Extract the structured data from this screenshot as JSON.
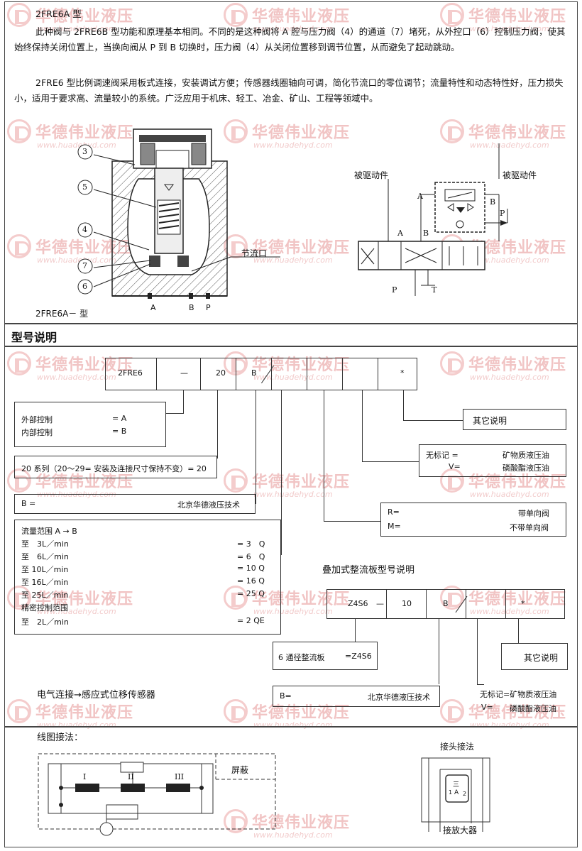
{
  "watermark": {
    "name": "华德伟业液压",
    "url": "www.huadehyd.com"
  },
  "intro": {
    "title": "2FRE6A 型",
    "para1": "此种阀与 2FRE6B 型功能和原理基本相同。不同的是这种阀将 A 腔与压力阀（4）的通道（7）堵死，从外控口（6）控制压力阀，使其始终保持关闭位置上，当换向阀从 P 到 B 切换时，压力阀（4）从关闭位置移到调节位置，从而避免了起动跳动。",
    "para2": "2FRE6 型比例调速阀采用板式连接，安装调试方便；传感器线圈轴向可调，简化节流口的零位调节；流量特性和动态特性好，压力损失小，适用于要求高、流量较小的系统。广泛应用于机床、轻工、冶金、矿山、工程等领域中。"
  },
  "drawing": {
    "callouts": [
      "3",
      "5",
      "4",
      "7",
      "6"
    ],
    "port_labels": [
      "A",
      "B",
      "P"
    ],
    "throttle_label": "节流口",
    "caption": "2FRE6A－ 型"
  },
  "symbol": {
    "driven_left": "被驱动件",
    "driven_right": "被驱动件",
    "ports_top": [
      "A",
      "B",
      "P"
    ],
    "ports_valve": [
      "A",
      "B"
    ],
    "ports_bottom": [
      "P",
      "T"
    ]
  },
  "model": {
    "header": "型号说明",
    "code_cells": [
      "2FRE6",
      "—",
      "20",
      "B",
      "",
      "",
      "",
      "*"
    ],
    "control": {
      "external": "外部控制",
      "external_code": "= A",
      "internal": "内部控制",
      "internal_code": "= B"
    },
    "series": "20 系列（20～29= 安装及连接尺寸保持不变）= 20",
    "brand_code": "B =",
    "brand_name": "北京华德液压技术",
    "flow": {
      "title": "流量范围 A → B",
      "rows": [
        {
          "label": "至　3L／min",
          "code": "= 3　Q"
        },
        {
          "label": "至　6L／min",
          "code": "= 6　Q"
        },
        {
          "label": "至 10L／min",
          "code": "= 10 Q"
        },
        {
          "label": "至 16L／min",
          "code": "= 16 Q"
        },
        {
          "label": "至 25L／min",
          "code": "= 25 Q"
        }
      ],
      "precise_title": "精密控制范围",
      "precise_label": "至　2L／min",
      "precise_code": "= 2 QE"
    },
    "other": "其它说明",
    "fluid": {
      "k1": "无标记 =",
      "v1": "矿物质液压油",
      "k2": "V=",
      "v2": "磷酸酯液压油"
    },
    "check": {
      "k1": "R=",
      "v1": "带单向阀",
      "k2": "M=",
      "v2": "不带单向阀"
    }
  },
  "plate": {
    "title": "叠加式整流板型号说明",
    "code_cells": [
      "Z4S6",
      "—",
      "10",
      "B",
      "",
      "*"
    ],
    "size": "6 通径整流板",
    "size_code": "=Z4S6",
    "brand_code": "B=",
    "brand_name": "北京华德液压技术",
    "other": "其它说明",
    "fluid1": "无标记=矿物质液压油",
    "fluid2_k": "V=",
    "fluid2_v": "磷酸酯液压油"
  },
  "electric": "电气连接→感应式位移传感器",
  "wiring": {
    "title": "线图接法：",
    "shield": "屏蔽",
    "coils": [
      "I",
      "II",
      "III"
    ],
    "connector_title": "接头接法",
    "amplifier": "接放大器",
    "pins": [
      "三",
      "A",
      "1",
      "2"
    ]
  }
}
